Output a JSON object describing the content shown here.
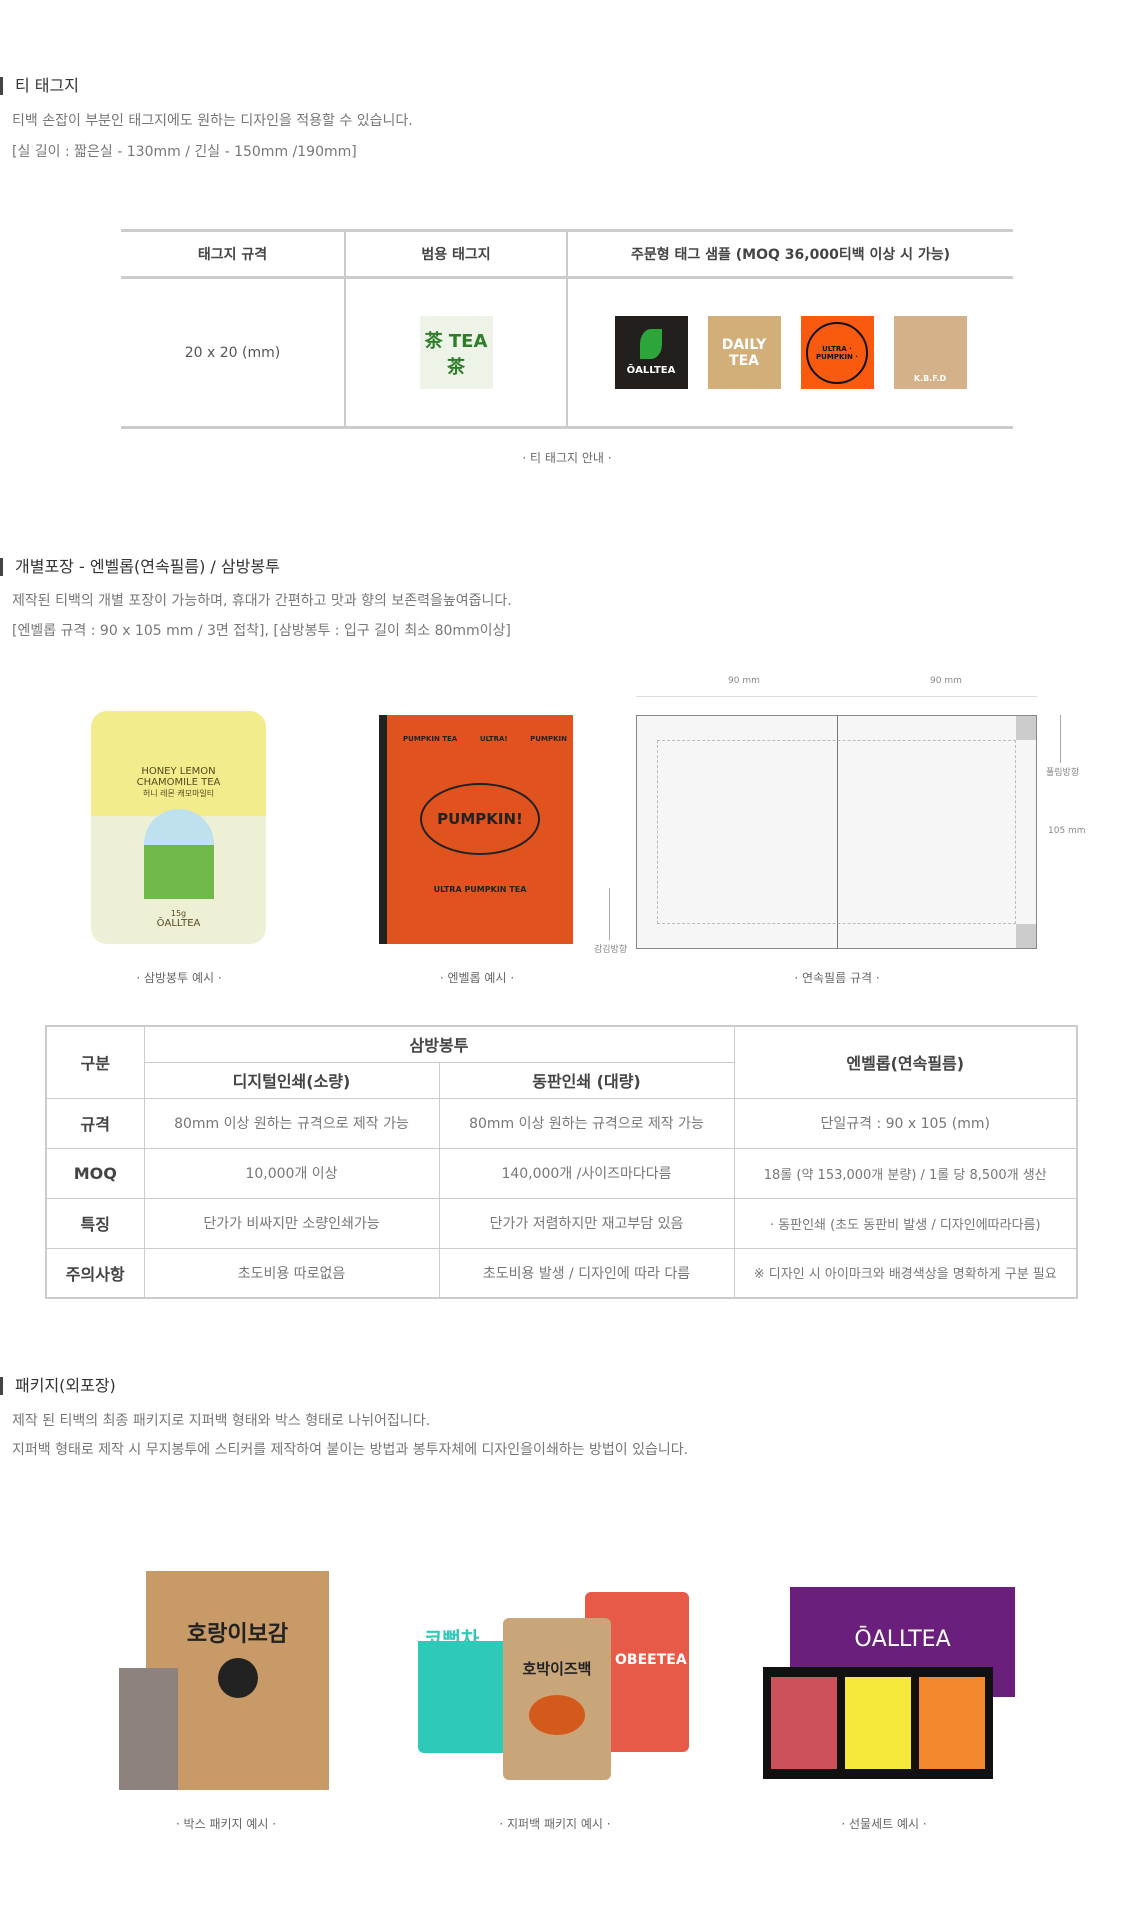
{
  "tag_section": {
    "title": "티 태그지",
    "desc1": "티백 손잡이 부분인 태그지에도 원하는 디자인을 적용할 수 있습니다.",
    "desc2": "[실 길이 : 짧은실 - 130mm / 긴실 - 150mm /190mm]",
    "table": {
      "headers": [
        "태그지 규격",
        "범용 태그지",
        "주문형 태그 샘플 (MOQ 36,000티백 이상 시 가능)"
      ],
      "size": "20 x 20 (mm)",
      "generic_tag_text": "茶 TEA 茶",
      "samples": [
        "ŌALLTEA",
        "DAILY TEA",
        "ULTRA · PUMPKIN ·",
        "K.B.F.D"
      ]
    },
    "caption": "· 티 태그지 안내 ·"
  },
  "pack_section": {
    "title": "개별포장 - 엔벨롭(연속필름) / 삼방봉투",
    "desc1": "제작된 티백의 개별 포장이 가능하며, 휴대가 간편하고 맛과 향의 보존력을높여줍니다.",
    "desc2": "[엔벨롭 규격 : 90 x 105 mm / 3면 접착], [삼방봉투 : 입구 길이 최소 80mm이상]",
    "pouch": {
      "lines": [
        "HONEY LEMON",
        "CHAMOMILE TEA",
        "허니 레몬 캐모마일티",
        "15g",
        "ŌALLTEA"
      ],
      "caption": "· 삼방봉투 예시 ·"
    },
    "envelope": {
      "top": [
        "PUMPKIN TEA",
        "ULTRA!",
        "PUMPKIN"
      ],
      "center": "PUMPKIN!",
      "bottom": "ULTRA PUMPKIN TEA",
      "caption": "· 엔벨롭 예시 ·"
    },
    "diagram": {
      "width_left": "90 mm",
      "width_right": "90 mm",
      "height": "105 mm",
      "unwind": "풀림방향",
      "wind": "감김방향",
      "caption": "· 연속필름 규격 ·"
    },
    "table": {
      "h_category": "구분",
      "h_three": "삼방봉투",
      "h_envelope": "엔벨롭(연속필름)",
      "h_digital": "디지털인쇄(소량)",
      "h_gravure": "동판인쇄 (대량)",
      "rows": [
        {
          "label": "규격",
          "digital": "80mm 이상 원하는 규격으로 제작 가능",
          "gravure": "80mm 이상 원하는 규격으로 제작 가능",
          "envelope": "단일규격 : 90 x 105 (mm)"
        },
        {
          "label": "MOQ",
          "digital": "10,000개 이상",
          "gravure": "140,000개 /사이즈마다다름",
          "envelope": "18롤 (약 153,000개 분량) / 1롤 당 8,500개 생산"
        },
        {
          "label": "특징",
          "digital": "단가가 비싸지만 소량인쇄가능",
          "gravure": "단가가 저렴하지만 재고부담 있음",
          "envelope": "· 동판인쇄 (초도 동판비 발생 / 디자인에따라다름)"
        },
        {
          "label": "주의사항",
          "digital": "초도비용 따로없음",
          "gravure": "초도비용 발생 / 디자인에 따라 다름",
          "envelope": "※ 디자인 시 아이마크와 배경색상을 명확하게 구분 필요"
        }
      ]
    }
  },
  "package_section": {
    "title": "패키지(외포장)",
    "desc1": "제작 된 티백의 최종 패키지로 지퍼백 형태와 박스 형태로 나뉘어집니다.",
    "desc2": "지퍼백 형태로 제작 시 무지봉투에 스티커를 제작하여 붙이는 방법과 봉투자체에 디자인을이쇄하는 방법이 있습니다.",
    "box": {
      "brand": "호랑이보감",
      "caption": "· 박스 패키지 예시 ·"
    },
    "zipper": {
      "labels": [
        "코뻥차",
        "호박이즈백",
        "OBEETEA"
      ],
      "caption": "· 지퍼백 패키지 예시 ·"
    },
    "gift": {
      "brand": "ŌALLTEA",
      "caption": "· 선물세트 예시 ·"
    }
  },
  "colors": {
    "orange": "#e0531f",
    "purple": "#6b1f7c",
    "kraft": "#c89a67",
    "yellow": "#f2ec8c"
  }
}
